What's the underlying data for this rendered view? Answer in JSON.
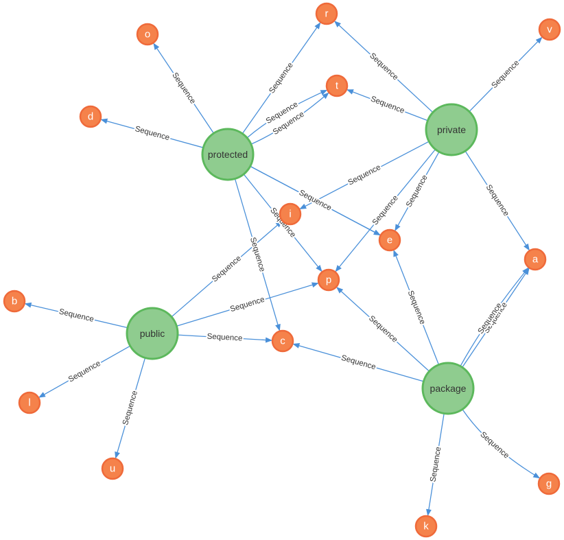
{
  "graph": {
    "colors": {
      "hub_fill": "#8fcc8f",
      "hub_stroke": "#5cb85c",
      "leaf_fill": "#f5824b",
      "leaf_stroke": "#ef6a3a",
      "edge": "#4a90d9"
    },
    "nodes": [
      {
        "id": "protected",
        "label": "protected",
        "kind": "hub"
      },
      {
        "id": "private",
        "label": "private",
        "kind": "hub"
      },
      {
        "id": "public",
        "label": "public",
        "kind": "hub"
      },
      {
        "id": "package",
        "label": "package",
        "kind": "hub"
      },
      {
        "id": "r",
        "label": "r",
        "kind": "leaf"
      },
      {
        "id": "o",
        "label": "o",
        "kind": "leaf"
      },
      {
        "id": "v",
        "label": "v",
        "kind": "leaf"
      },
      {
        "id": "t",
        "label": "t",
        "kind": "leaf"
      },
      {
        "id": "d",
        "label": "d",
        "kind": "leaf"
      },
      {
        "id": "i",
        "label": "i",
        "kind": "leaf"
      },
      {
        "id": "e",
        "label": "e",
        "kind": "leaf"
      },
      {
        "id": "a",
        "label": "a",
        "kind": "leaf"
      },
      {
        "id": "p",
        "label": "p",
        "kind": "leaf"
      },
      {
        "id": "b",
        "label": "b",
        "kind": "leaf"
      },
      {
        "id": "c",
        "label": "c",
        "kind": "leaf"
      },
      {
        "id": "l",
        "label": "l",
        "kind": "leaf"
      },
      {
        "id": "u",
        "label": "u",
        "kind": "leaf"
      },
      {
        "id": "g",
        "label": "g",
        "kind": "leaf"
      },
      {
        "id": "k",
        "label": "k",
        "kind": "leaf"
      }
    ],
    "edges": [
      {
        "from": "protected",
        "to": "o",
        "label": "Sequence"
      },
      {
        "from": "protected",
        "to": "r",
        "label": "Sequence"
      },
      {
        "from": "protected",
        "to": "t",
        "label": "Sequence"
      },
      {
        "from": "protected",
        "to": "t",
        "label": "Sequence"
      },
      {
        "from": "protected",
        "to": "d",
        "label": "Sequence"
      },
      {
        "from": "protected",
        "to": "e",
        "label": "Sequence"
      },
      {
        "from": "protected",
        "to": "e",
        "label": "Sequence"
      },
      {
        "from": "protected",
        "to": "p",
        "label": "Sequence"
      },
      {
        "from": "protected",
        "to": "c",
        "label": "Sequence"
      },
      {
        "from": "private",
        "to": "r",
        "label": "Sequence"
      },
      {
        "from": "private",
        "to": "t",
        "label": "Sequence"
      },
      {
        "from": "private",
        "to": "v",
        "label": "Sequence"
      },
      {
        "from": "private",
        "to": "i",
        "label": "Sequence"
      },
      {
        "from": "private",
        "to": "e",
        "label": "Sequence"
      },
      {
        "from": "private",
        "to": "p",
        "label": "Sequence"
      },
      {
        "from": "private",
        "to": "a",
        "label": "Sequence"
      },
      {
        "from": "public",
        "to": "i",
        "label": "Sequence"
      },
      {
        "from": "public",
        "to": "p",
        "label": "Sequence"
      },
      {
        "from": "public",
        "to": "b",
        "label": "Sequence"
      },
      {
        "from": "public",
        "to": "c",
        "label": "Sequence"
      },
      {
        "from": "public",
        "to": "l",
        "label": "Sequence"
      },
      {
        "from": "public",
        "to": "u",
        "label": "Sequence"
      },
      {
        "from": "package",
        "to": "e",
        "label": "Sequence"
      },
      {
        "from": "package",
        "to": "p",
        "label": "Sequence"
      },
      {
        "from": "package",
        "to": "c",
        "label": "Sequence"
      },
      {
        "from": "package",
        "to": "a",
        "label": "Sequence"
      },
      {
        "from": "package",
        "to": "a",
        "label": "Sequence"
      },
      {
        "from": "package",
        "to": "g",
        "label": "Sequence"
      },
      {
        "from": "package",
        "to": "k",
        "label": "Sequence"
      }
    ]
  }
}
